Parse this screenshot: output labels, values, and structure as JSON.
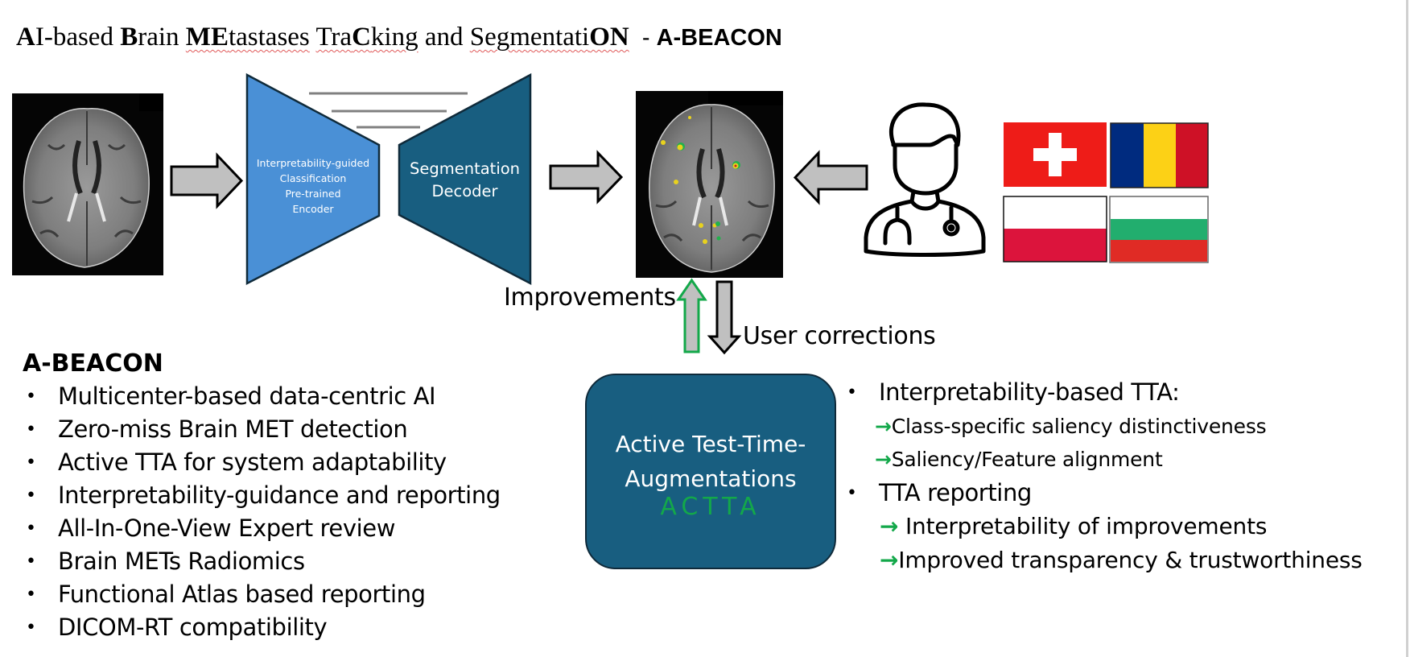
{
  "title": {
    "parts": [
      {
        "text": "A",
        "bold": true
      },
      {
        "text": "I-based ",
        "bold": false
      },
      {
        "text": "B",
        "bold": true
      },
      {
        "text": "rain ",
        "bold": false
      },
      {
        "text": "ME",
        "bold": true,
        "squiggle": true
      },
      {
        "text": "tastases",
        "bold": false,
        "squiggle": true
      },
      {
        "text": " ",
        "bold": false
      },
      {
        "text": "Tra",
        "bold": false,
        "squiggle": true
      },
      {
        "text": "C",
        "bold": true,
        "squiggle": true
      },
      {
        "text": "king",
        "bold": false,
        "squiggle": true
      },
      {
        "text": " and ",
        "bold": false
      },
      {
        "text": "Segmentati",
        "bold": false,
        "squiggle": true
      },
      {
        "text": "ON",
        "bold": true,
        "squiggle": true
      }
    ],
    "separator": "  - ",
    "acronym": "A-BEACON"
  },
  "pipeline": {
    "encoder_label_lines": [
      "Interpretability-guided",
      "Classification",
      "Pre-trained",
      "Encoder"
    ],
    "decoder_label_lines": [
      "Segmentation",
      "Decoder"
    ],
    "improvements_label": "Improvements",
    "user_corrections_label": "User corrections",
    "flags": [
      "Switzerland",
      "Romania",
      "Poland",
      "Bulgaria"
    ]
  },
  "actta": {
    "title_lines": [
      "Active Test-Time-",
      "Augmentations"
    ],
    "acronym": "ACTTA"
  },
  "left_list": {
    "header": "A-BEACON",
    "bullet": "•",
    "items": [
      "Multicenter-based data-centric AI",
      "Zero-miss Brain MET detection",
      "Active TTA for system adaptability",
      "Interpretability-guidance and reporting",
      "All-In-One-View Expert review",
      "Brain METs Radiomics",
      "Functional Atlas based reporting",
      "DICOM-RT compatibility"
    ]
  },
  "right_list": {
    "bullet": "•",
    "arrow": "→",
    "groups": [
      {
        "label": "Interpretability-based TTA:",
        "subs": [
          "Class-specific saliency distinctiveness",
          "Saliency/Feature alignment"
        ]
      },
      {
        "label": "TTA reporting",
        "subs": [
          " Interpretability of improvements",
          "Improved transparency & trustworthiness"
        ]
      }
    ]
  },
  "colors": {
    "encoder": "#4a90d6",
    "decoder": "#185e80",
    "arrow_fill": "#c0c0c0",
    "green": "#13a84a"
  }
}
